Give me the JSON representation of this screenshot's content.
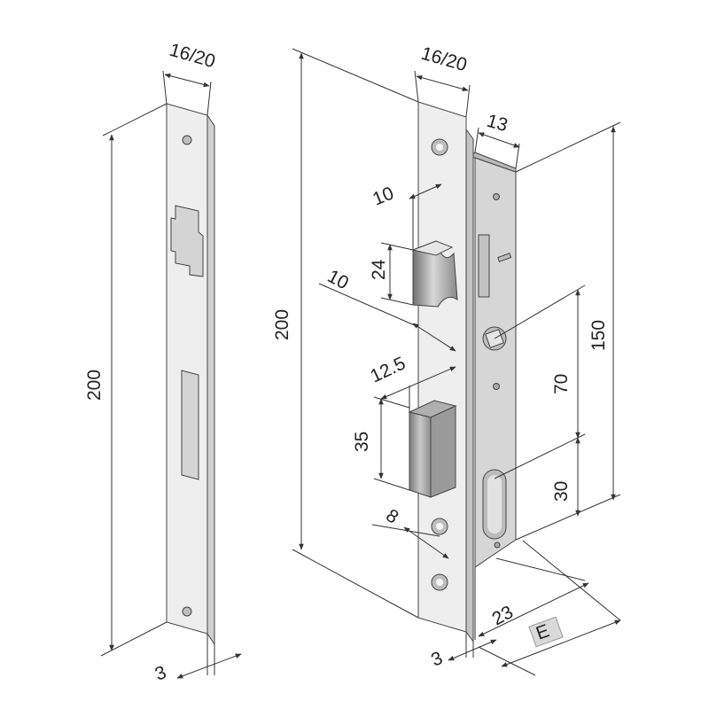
{
  "strike_plate": {
    "width_label": "16/20",
    "height_label": "200",
    "thickness_label": "3"
  },
  "lock_body": {
    "faceplate_width_label": "16/20",
    "total_height_label": "200",
    "body_depth_label": "13",
    "latch_offset_label": "10",
    "latch_height_label": "24",
    "latch_projection_label": "10",
    "bolt_projection_label": "12.5",
    "bolt_height_label": "35",
    "screw_offset_label": "8",
    "body_height_label": "150",
    "center_distance_label": "70",
    "key_offset_label": "30",
    "faceplate_thickness_label": "3",
    "backset_label": "23",
    "e_label": "E"
  },
  "colors": {
    "plate_face": "#eeeeee",
    "plate_edge": "#cfcfcf",
    "body_side": "#d6d6d6",
    "hole": "#bdbdbd",
    "e_badge": "#d9d9d9"
  }
}
